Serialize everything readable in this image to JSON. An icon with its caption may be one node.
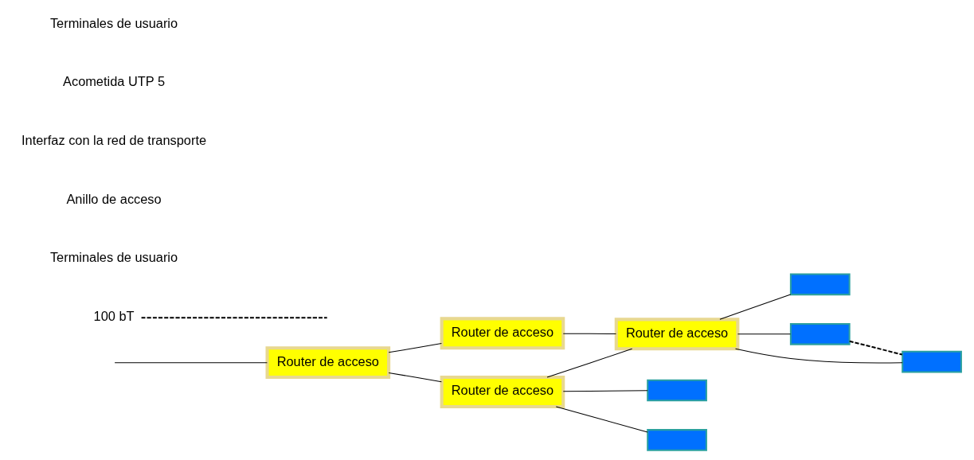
{
  "diagram": {
    "nodes": [
      {
        "text": [
          "Router de acceso"
        ]
      },
      {
        "text": [
          "Router de acceso"
        ]
      },
      {
        "text": [
          "Router de acceso"
        ]
      },
      {
        "text": [
          "Router de acceso"
        ]
      },
      {
        "text": [],
        "shape": "box"
      },
      {
        "text": [],
        "shape": "box"
      },
      {
        "text": [],
        "shape": "box"
      },
      {
        "text": [],
        "shape": "box"
      },
      {
        "text": [],
        "shape": "box"
      },
      {
        "text": [
          "100 bT"
        ]
      }
    ],
    "edges": [
      {
        "from": 1,
        "to": 0,
        "arrow": "none"
      },
      {
        "from": 0,
        "to": 2,
        "arrow": "none"
      },
      {
        "from": 1,
        "to": 3,
        "arrow": "none"
      },
      {
        "from": 3,
        "to": 2,
        "arrow": "none"
      },
      {
        "from": null,
        "to": 1,
        "arrow": "none"
      },
      {
        "from": 2,
        "to": 4,
        "arrow": "none"
      },
      {
        "from": 2,
        "to": 5,
        "arrow": "none"
      },
      {
        "from": 2,
        "to": 6,
        "arrow": "none"
      },
      {
        "from": 5,
        "to": 6,
        "arrow": "none",
        "style": "dashed"
      },
      {
        "from": 3,
        "to": 7,
        "arrow": "none"
      },
      {
        "from": 3,
        "to": 8,
        "arrow": "none"
      },
      {
        "from": 9,
        "to": null,
        "arrow": "none",
        "style": "dashed"
      }
    ],
    "labels": [
      "Terminales de usuario",
      "Anillo de acceso",
      "Interfaz con la red de transporte",
      "Acometida UTP 5",
      "Terminales de usuario"
    ]
  }
}
